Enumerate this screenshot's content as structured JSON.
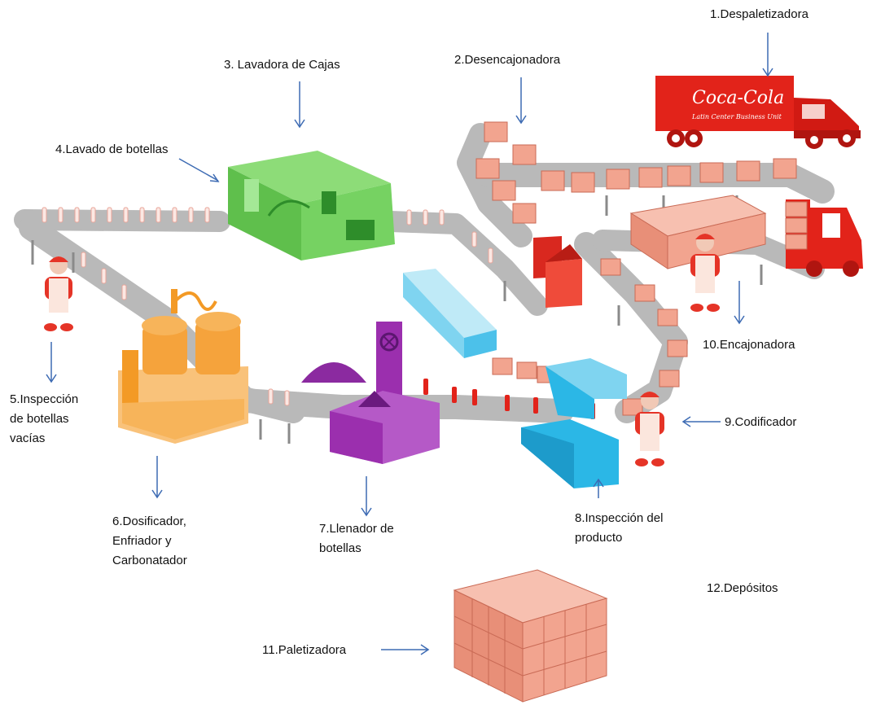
{
  "labels": {
    "step1": "1.Despaletizadora",
    "step2": "2.Desencajonadora",
    "step3": "3. Lavadora de Cajas",
    "step4": "4.Lavado de botellas",
    "step5": [
      "5.Inspección",
      "de botellas",
      "vacías"
    ],
    "step6": [
      "6.Dosificador,",
      "Enfriador y",
      "Carbonatador"
    ],
    "step7": [
      "7.Llenador de",
      "botellas"
    ],
    "step8": [
      "8.Inspección del",
      "producto"
    ],
    "step9": "9.Codificador",
    "step10": "10.Encajonadora",
    "step11": "11.Paletizadora",
    "step12": "12.Depósitos"
  },
  "truck": {
    "brand_text": "Coca-Cola",
    "sub_text": "Latin Center Business Unit"
  },
  "colors": {
    "conveyor": "#b9b9b9",
    "crate": "#f2a48f",
    "truck_red": "#e2231a",
    "washer_green": "#6dcc5a",
    "dosifier_orange": "#f5a33c",
    "filler_purple": "#9b2fae",
    "inspection_cyan": "#2bb7e6",
    "conveyor_blue": "#7fd4f0",
    "worker_red": "#e53427"
  }
}
